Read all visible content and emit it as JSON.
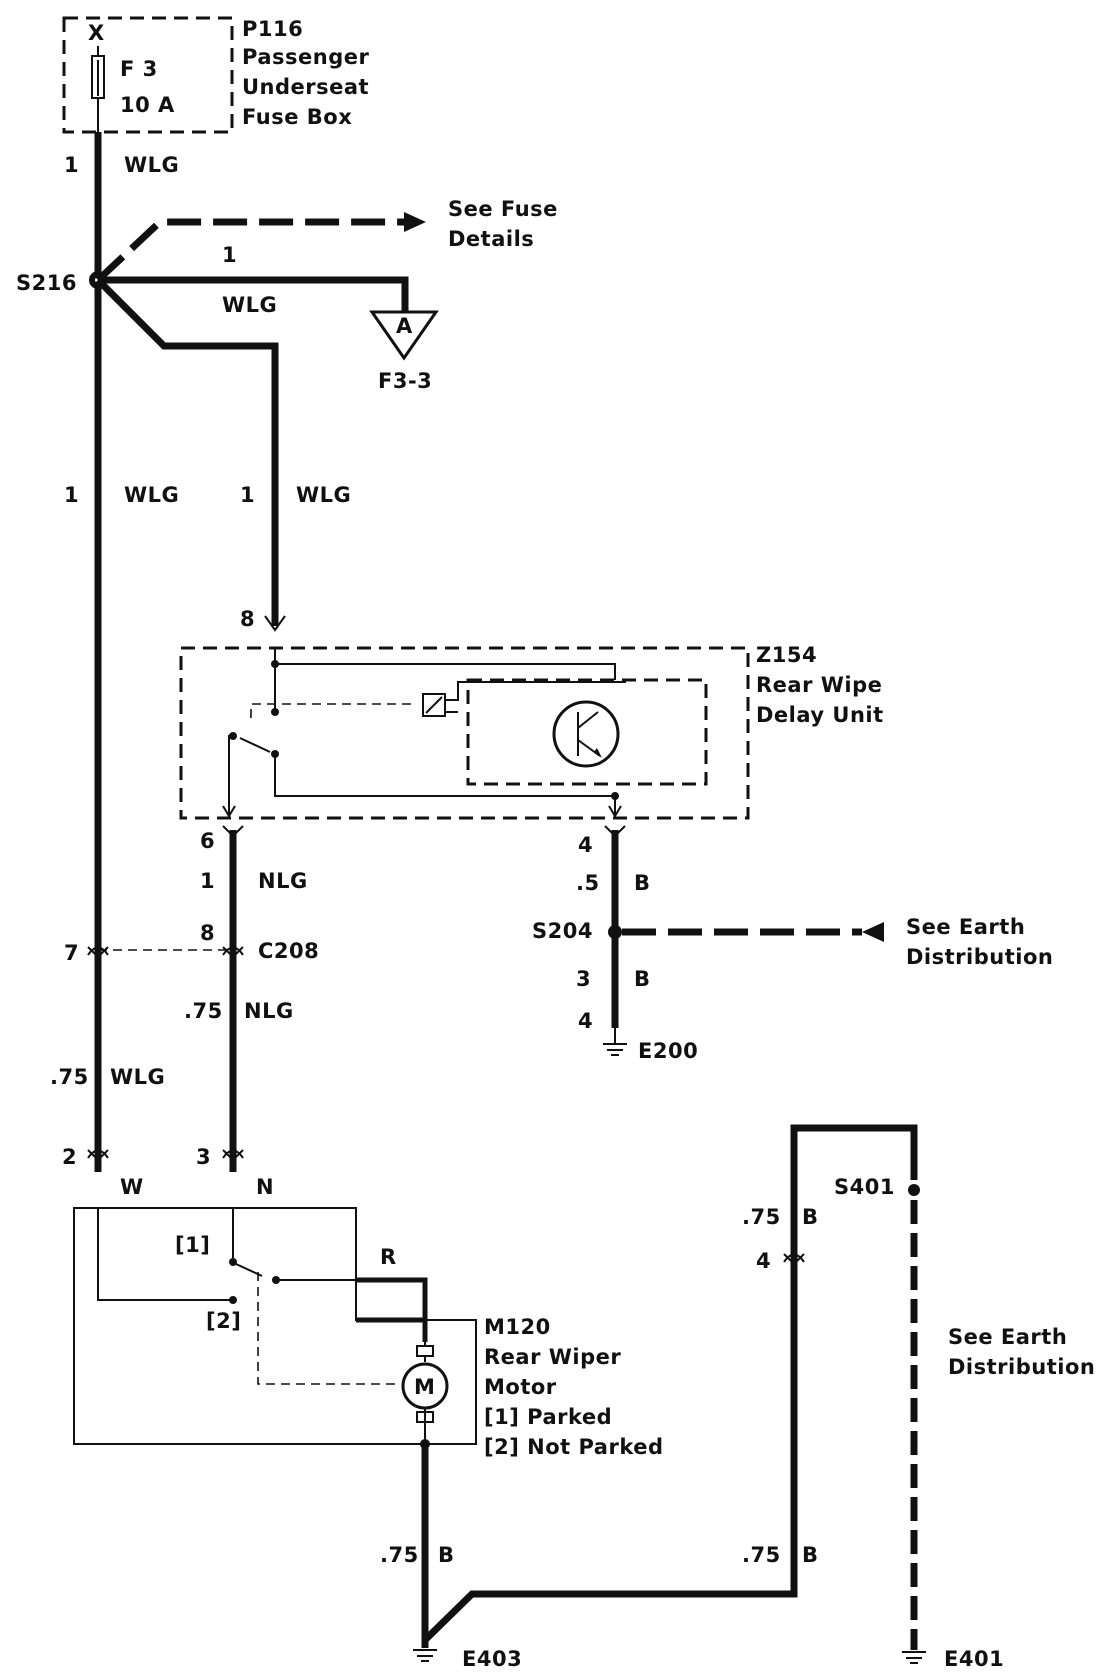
{
  "fuse_box": {
    "id": "P116",
    "name_lines": [
      "Passenger",
      "Underseat",
      "Fuse Box"
    ],
    "terminal": "X",
    "fuse": "F 3",
    "rating": "10 A"
  },
  "splice_s216": "S216",
  "see_fuse_details": [
    "See Fuse",
    "Details"
  ],
  "connector_ref": {
    "letter": "A",
    "label": "F3-3"
  },
  "wire_labels": {
    "fuse_out_size": "1",
    "fuse_out_color": "WLG",
    "branch_size": "1",
    "branch_color": "WLG",
    "left_size": "1",
    "left_color": "WLG",
    "mid_size": "1",
    "mid_color": "WLG",
    "nlg_size": "1",
    "nlg_color": "NLG",
    "nlg75_size": ".75",
    "nlg75_color": "NLG",
    "wlg75_size": ".75",
    "wlg75_color": "WLG",
    "b05_size": ".5",
    "b05_color": "B",
    "b3_size": "3",
    "b3_color": "B",
    "b75_motor_size": ".75",
    "b75_motor_color": "B",
    "b75_right_size": ".75",
    "b75_right_color": "B",
    "b75_s401_size": ".75",
    "b75_s401_color": "B"
  },
  "delay_unit": {
    "id": "Z154",
    "name_lines": [
      "Rear Wipe",
      "Delay Unit"
    ]
  },
  "pins": {
    "z154_8": "8",
    "z154_6": "6",
    "z154_4": "4",
    "c208_7": "7",
    "c208_8": "8",
    "m120_2": "2",
    "m120_3": "3",
    "e200_4": "4",
    "s401_4": "4"
  },
  "c208": "C208",
  "splice_s204": "S204",
  "see_earth_1": [
    "See Earth",
    "Distribution"
  ],
  "e200": "E200",
  "motor": {
    "id": "M120",
    "name_lines": [
      "Rear Wiper",
      "Motor"
    ],
    "state1": "[1]  Parked",
    "state2": "[2]  Not Parked",
    "symbol": "M",
    "marker1": "[1]",
    "marker2": "[2]",
    "term_w": "W",
    "term_n": "N",
    "term_r": "R"
  },
  "s401": "S401",
  "see_earth_2": [
    "See Earth",
    "Distribution"
  ],
  "e403": "E403",
  "e401": "E401"
}
